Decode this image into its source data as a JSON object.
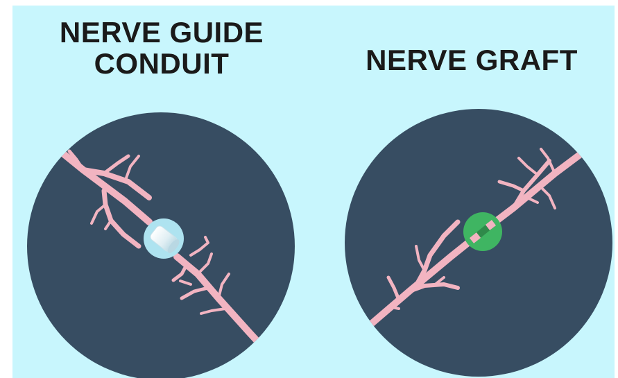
{
  "left_panel": {
    "title_line1": "NERVE GUIDE",
    "title_line2": "CONDUIT"
  },
  "right_panel": {
    "title": "NERVE GRAFT"
  },
  "colors": {
    "background": "#c8f6fd",
    "circle": "#374d62",
    "nerve": "#f2b4c1",
    "conduit_halo": "#aee3f0",
    "conduit_tube": "#e8f4f8",
    "graft": "#3fb562",
    "graft_dark": "#2f8a4a",
    "title_text": "#1a1a1a"
  },
  "icons": {
    "left_circle": "nerve-with-conduit-illustration",
    "right_circle": "nerve-with-graft-illustration"
  }
}
